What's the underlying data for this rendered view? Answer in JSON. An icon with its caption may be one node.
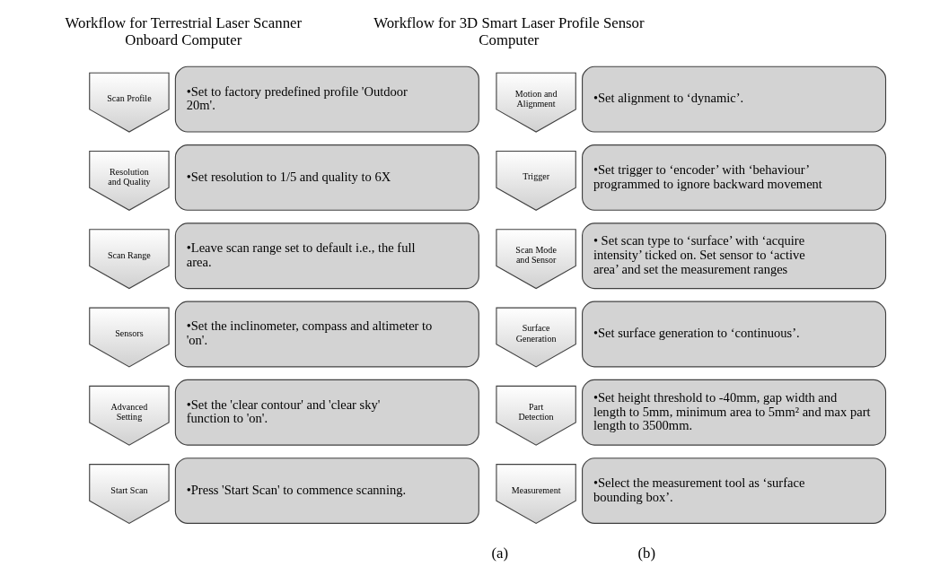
{
  "diagram": {
    "nodes": [
      {
        "text": [
          "Scan Profile"
        ]
      },
      {
        "text": [
          "•Set to factory predefined profile 'Outdoor 20m'."
        ]
      },
      {
        "text": [
          "Resolution and Quality"
        ]
      },
      {
        "text": [
          "•Set resolution to 1/5 and quality to 6X"
        ]
      },
      {
        "text": [
          "Scan Range"
        ]
      },
      {
        "text": [
          "•Leave scan range set to default i.e., the full area."
        ]
      },
      {
        "text": [
          "Sensors"
        ]
      },
      {
        "text": [
          "•Set the inclinometer, compass and altimeter to 'on'."
        ]
      },
      {
        "text": [
          "Advanced Setting"
        ]
      },
      {
        "text": [
          "•Set the 'clear contour' and 'clear sky' function to 'on'."
        ]
      },
      {
        "text": [
          "Start Scan"
        ]
      },
      {
        "text": [
          "•Press 'Start Scan' to commence scanning."
        ]
      },
      {
        "text": [
          "Motion and Alignment"
        ]
      },
      {
        "text": [
          "•Set alignment to ‘dynamic’."
        ]
      },
      {
        "text": [
          "Trigger"
        ]
      },
      {
        "text": [
          "•Set trigger to ‘encoder’ with ‘behaviour’ programmed to ignore backward movement"
        ]
      },
      {
        "text": [
          "Scan Mode and Sensor"
        ]
      },
      {
        "text": [
          "• Set scan type to ‘surface’ with ‘acquire intensity’ ticked on. Set sensor to ‘active area’ and set the measurement ranges"
        ]
      },
      {
        "text": [
          "Surface Generation"
        ]
      },
      {
        "text": [
          "•Set surface generation to ‘continuous’."
        ]
      },
      {
        "text": [
          "Part Detection"
        ]
      },
      {
        "text": [
          "•Set height threshold to -40mm, gap width and length to 5mm, minimum area to 5mm² and max part length to 3500mm."
        ]
      },
      {
        "text": [
          "Measurement"
        ]
      },
      {
        "text": [
          "•Select the measurement tool as ‘surface bounding box’."
        ]
      }
    ],
    "labels": [
      "Workflow for Terrestrial Laser Scanner Onboard Computer",
      "Workflow for 3D Smart Laser Profile Sensor Computer",
      "(a)",
      "(b)"
    ]
  }
}
